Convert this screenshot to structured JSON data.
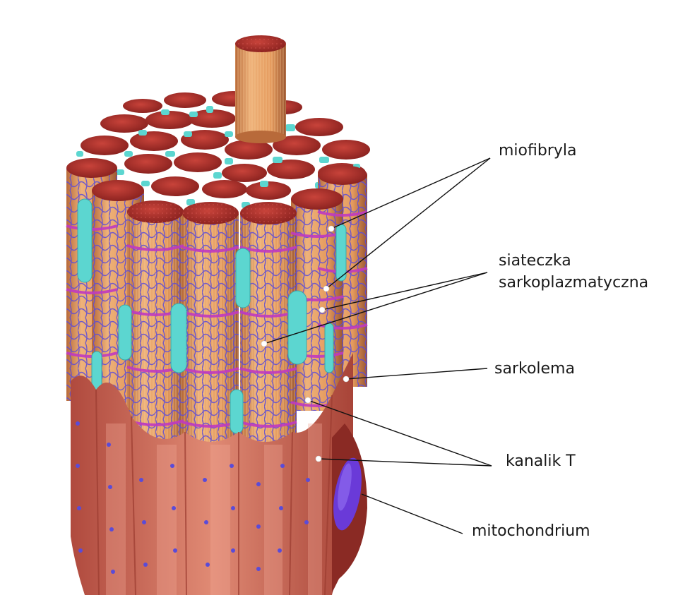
{
  "labels": {
    "miofibryla": "miofibryla",
    "siateczka_line1": "siateczka",
    "siateczka_line2": "sarkoplazmatyczna",
    "sarkolema": "sarkolema",
    "kanalik_t": "kanalik T",
    "mitochondrium": "mitochondrium"
  },
  "colors": {
    "myofibril_top": "#b5302a",
    "myofibril_body": "#e3a06a",
    "reticulum": "#5a4bd8",
    "t_tubule": "#c03ac0",
    "cyan": "#5cd6d0",
    "sarcolemma": "#d9725e",
    "mitochondrion": "#6a3ad8",
    "leader_line": "#111111"
  }
}
